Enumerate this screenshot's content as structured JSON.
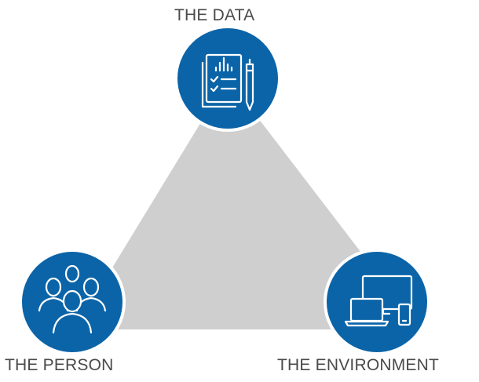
{
  "diagram": {
    "nodes": [
      {
        "id": "data",
        "label": "THE DATA",
        "icon": "document-report-icon"
      },
      {
        "id": "person",
        "label": "THE PERSON",
        "icon": "people-group-icon"
      },
      {
        "id": "environment",
        "label": "THE ENVIRONMENT",
        "icon": "devices-icon"
      }
    ],
    "colors": {
      "circle_fill": "#0b64a8",
      "circle_border": "#ffffff",
      "triangle_fill": "#d0cfd0",
      "label_text": "#4a4a4a",
      "icon_stroke": "#ffffff"
    }
  }
}
